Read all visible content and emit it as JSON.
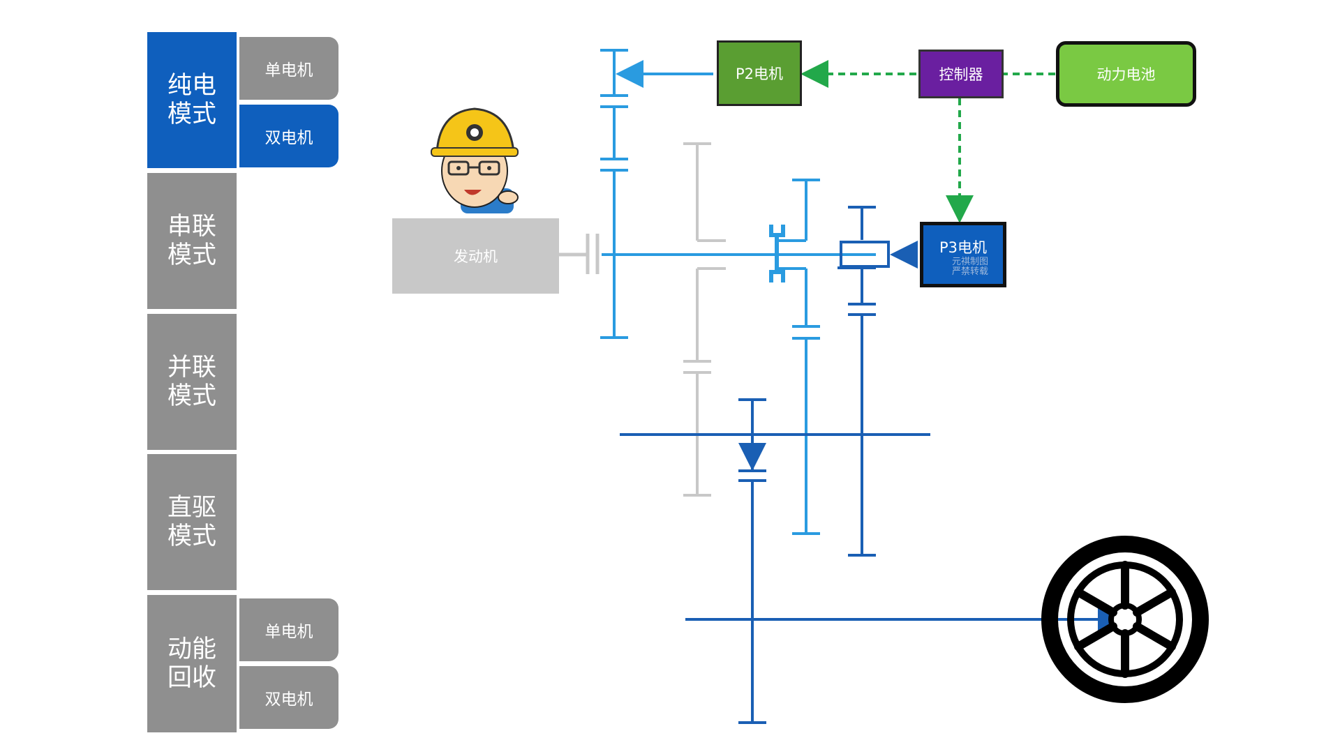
{
  "menu": {
    "modes": [
      {
        "label": "纯电模式",
        "active": true
      },
      {
        "label": "串联模式",
        "active": false
      },
      {
        "label": "并联模式",
        "active": false
      },
      {
        "label": "直驱模式",
        "active": false
      },
      {
        "label": "动能回收",
        "active": false
      }
    ],
    "ev_sub": [
      "单电机",
      "双电机"
    ],
    "regen_sub": [
      "单电机",
      "双电机"
    ]
  },
  "components": {
    "engine": "发动机",
    "p2_motor": "P2电机",
    "controller": "控制器",
    "battery": "动力电池",
    "p3_motor": "P3电机"
  },
  "watermark": [
    "元祺制图",
    "严禁转载"
  ],
  "colors": {
    "menu_active": "#0f5fbd",
    "menu_inactive": "#8f8f8f",
    "shaft_light_blue": "#2a9be0",
    "shaft_dark_blue": "#1a5fb4",
    "inactive_gear": "#c8c8c8",
    "p2_motor": "#5a9e32",
    "controller": "#6a1fa0",
    "battery": "#7ac943",
    "p3_motor": "#0f5fbd",
    "signal_line": "#22a84a",
    "engine_block": "#c8c8c8"
  },
  "icons": [
    "engineer-mascot-icon",
    "wheel-icon"
  ]
}
